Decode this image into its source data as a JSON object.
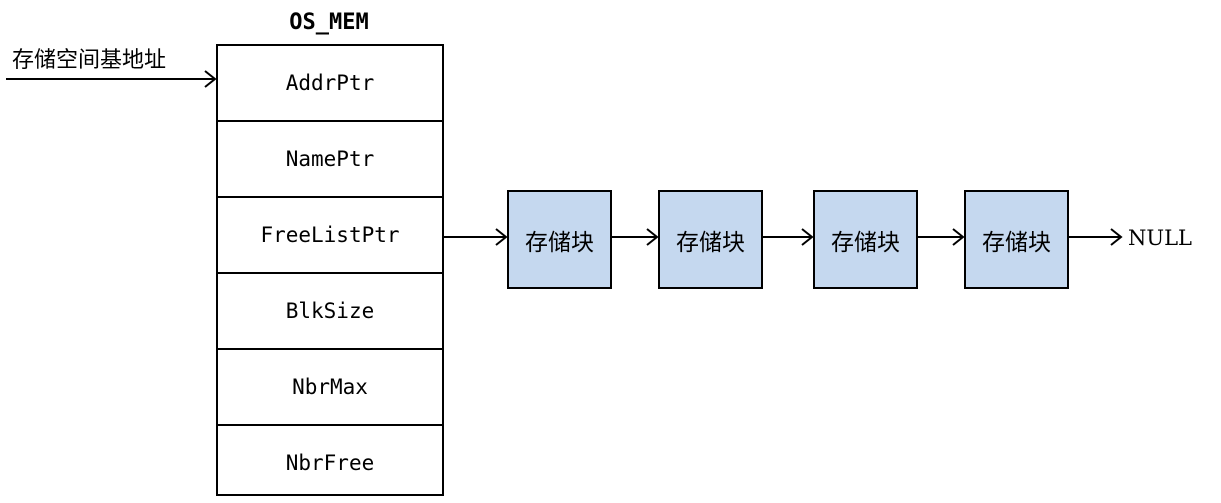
{
  "diagram": {
    "title": "OS_MEM",
    "base_label": "存储空间基地址",
    "fields": [
      {
        "label": "AddrPtr"
      },
      {
        "label": "NamePtr"
      },
      {
        "label": "FreeListPtr"
      },
      {
        "label": "BlkSize"
      },
      {
        "label": "NbrMax"
      },
      {
        "label": "NbrFree"
      }
    ],
    "blocks": [
      {
        "label": "存储块"
      },
      {
        "label": "存储块"
      },
      {
        "label": "存储块"
      },
      {
        "label": "存储块"
      }
    ],
    "terminator": "NULL",
    "colors": {
      "block_fill": "#c5d8ef",
      "line": "#000000"
    }
  }
}
